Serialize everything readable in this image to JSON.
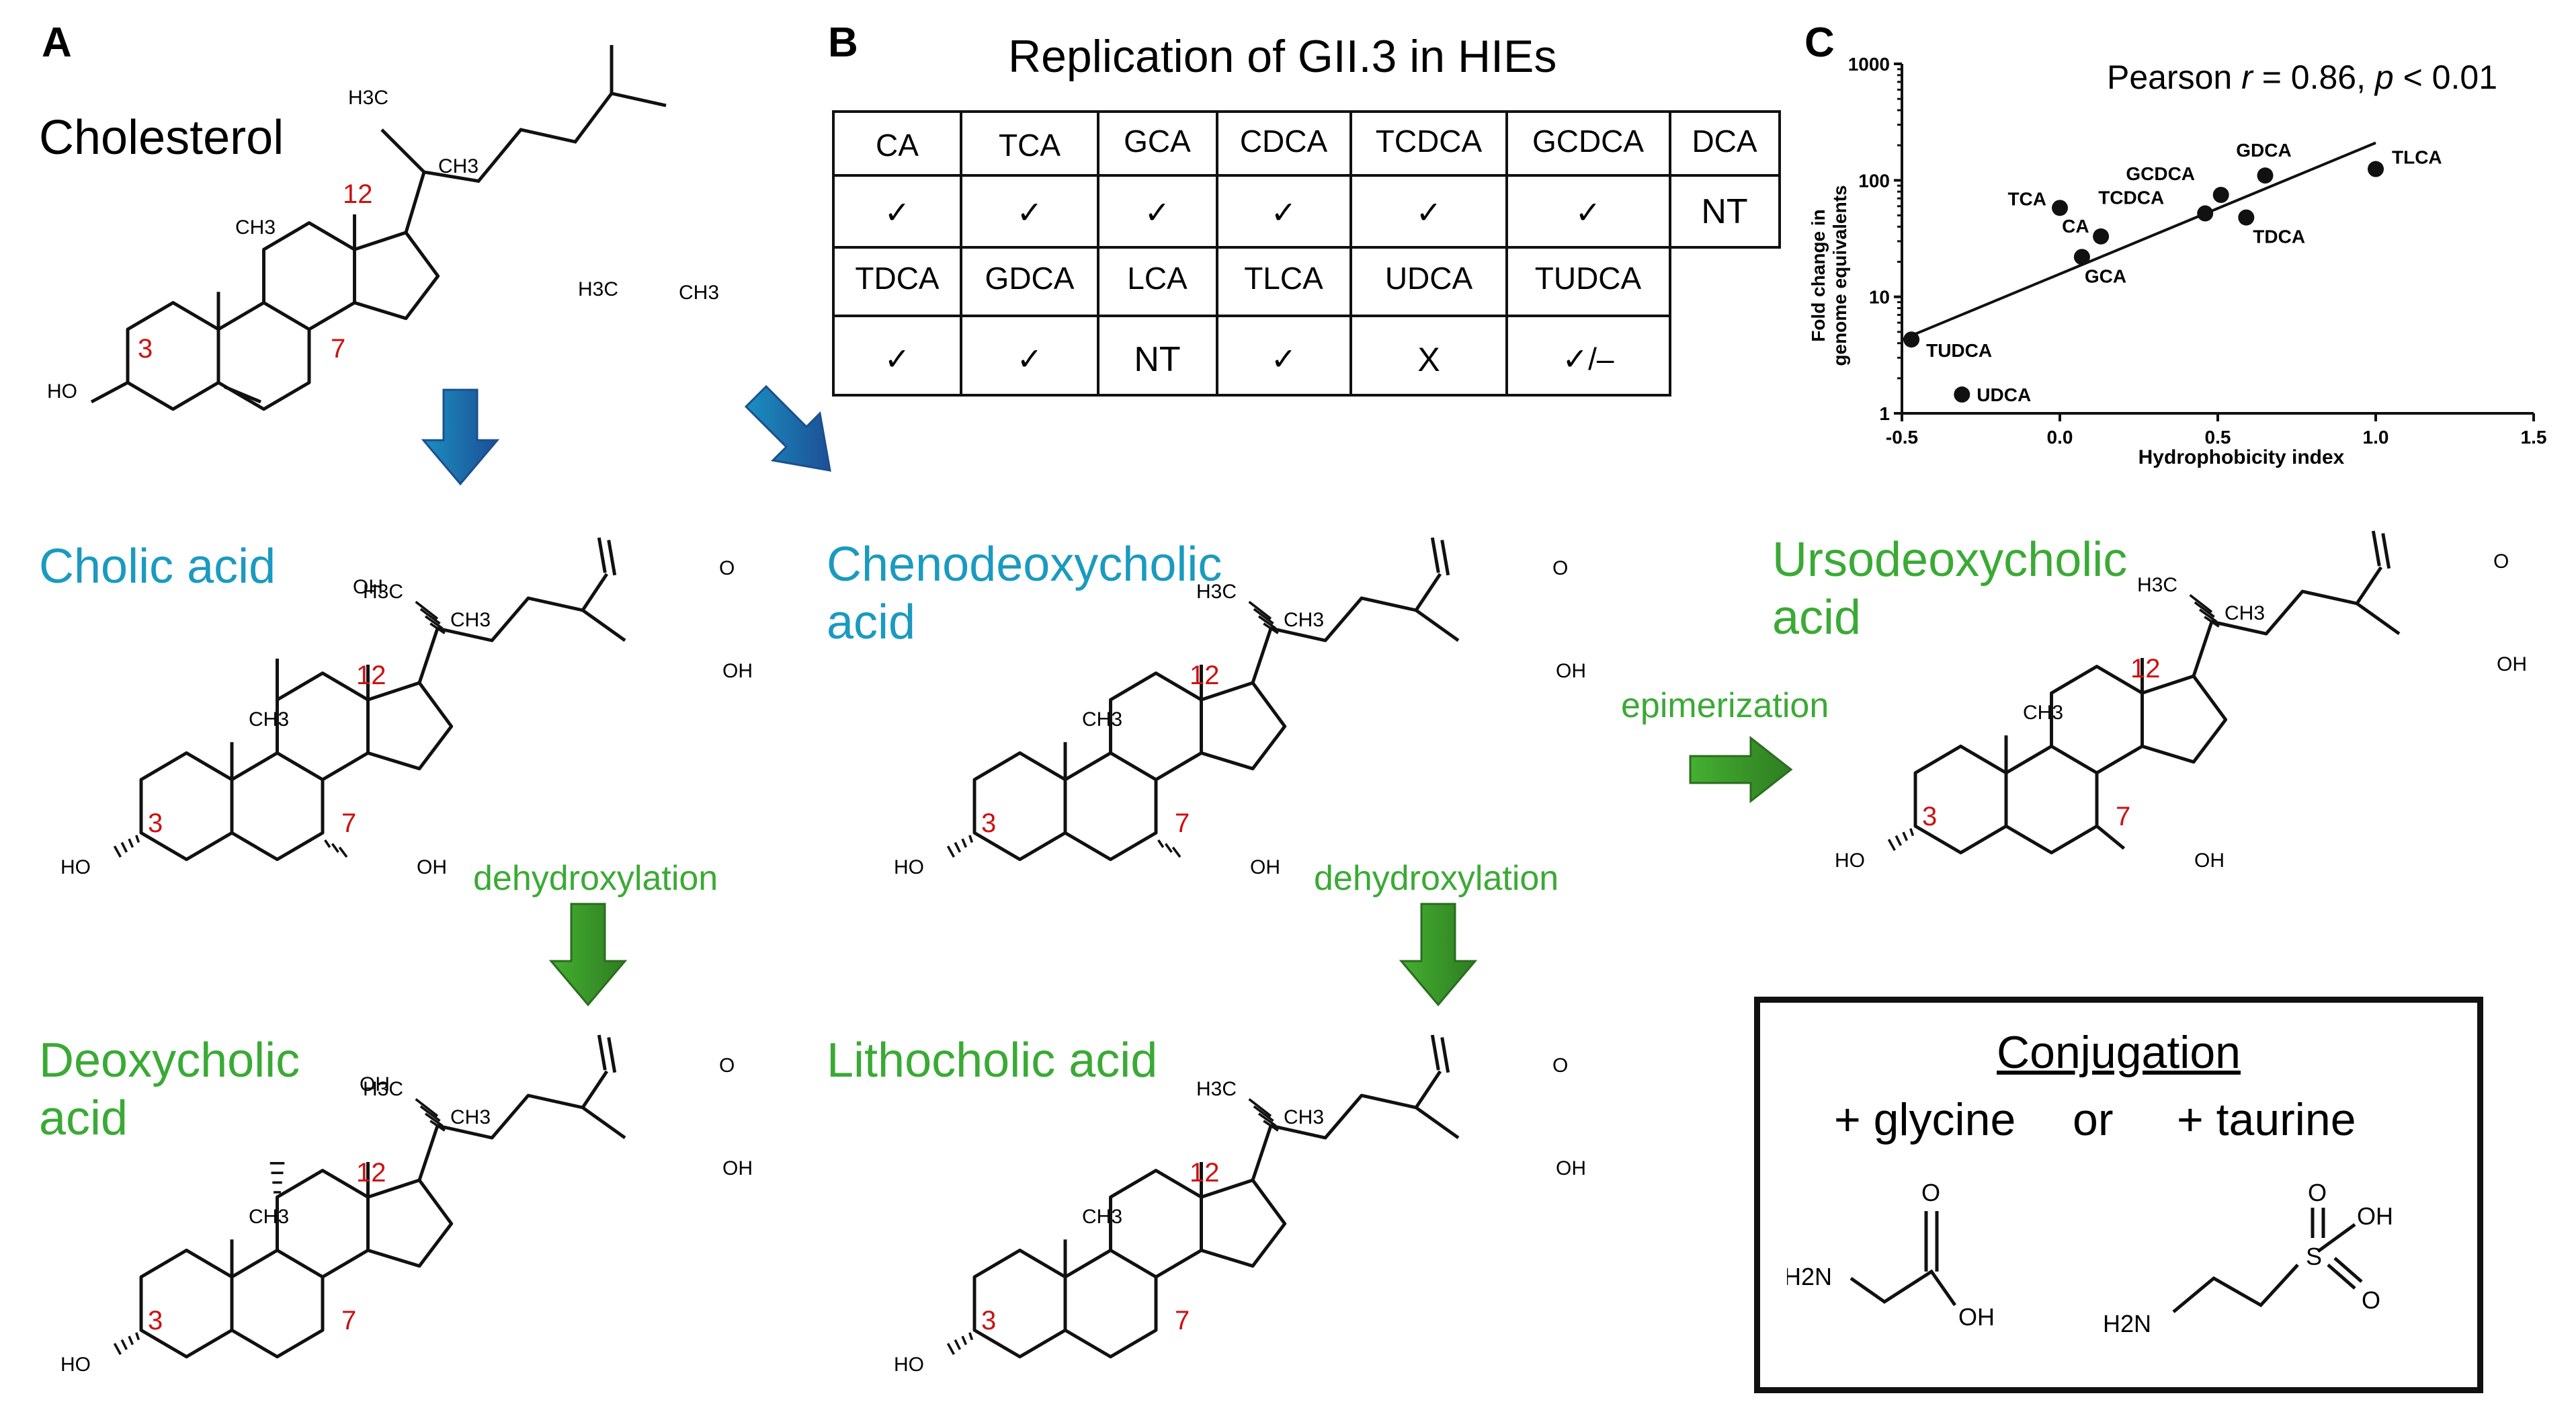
{
  "panels": {
    "a": "A",
    "b": "B",
    "c": "C"
  },
  "names": {
    "cholesterol": "Cholesterol",
    "cholic_1": "Cholic acid",
    "cheno_1": "Chenodeoxycholic",
    "cheno_2": "acid",
    "urso_1": "Ursodeoxycholic",
    "urso_2": "acid",
    "deoxy_1": "Deoxycholic",
    "deoxy_2": "acid",
    "litho": "Lithocholic acid"
  },
  "reactions": {
    "dehydrox_1": "dehydroxylation",
    "dehydrox_2": "dehydroxylation",
    "epimerization": "epimerization"
  },
  "atoms": {
    "h3c": "H3C",
    "ch3": "CH3",
    "ho": "HO",
    "oh": "OH",
    "o": "O",
    "h2n": "H2N",
    "s": "S",
    "n3": "3",
    "n7": "7",
    "n12": "12"
  },
  "table": {
    "title": "Replication of GII.3 in HIEs",
    "row1": [
      "CA",
      "TCA",
      "GCA",
      "CDCA",
      "TCDCA",
      "GCDCA",
      "DCA"
    ],
    "row2": [
      "✓",
      "✓",
      "✓",
      "✓",
      "✓",
      "✓",
      "NT"
    ],
    "row3": [
      "TDCA",
      "GDCA",
      "LCA",
      "TLCA",
      "UDCA",
      "TUDCA"
    ],
    "row4": [
      "✓",
      "✓",
      "NT",
      "✓",
      "X",
      "✓/–"
    ]
  },
  "conjugation": {
    "title": "Conjugation",
    "glycine": "+ glycine",
    "or": "or",
    "taurine": "+ taurine"
  },
  "chart_data": {
    "type": "scatter",
    "annotation_prefix": "Pearson",
    "annotation_r": "r",
    "annotation_mid": " = 0.86, ",
    "annotation_p": "p",
    "annotation_suffix": " < 0.01",
    "xlabel": "Hydrophobicity index",
    "ylabel_1": "Fold change in",
    "ylabel_2": "genome equivalents",
    "xlim": [
      -0.5,
      1.5
    ],
    "ylim": [
      1,
      1000
    ],
    "yscale": "log",
    "xticks": [
      "-0.5",
      "0.0",
      "0.5",
      "1.0",
      "1.5"
    ],
    "yticks": [
      "1",
      "10",
      "100",
      "1000"
    ],
    "points": [
      {
        "label": "TLCA",
        "x": 1.0,
        "y": 125
      },
      {
        "label": "GDCA",
        "x": 0.65,
        "y": 110
      },
      {
        "label": "GCDCA",
        "x": 0.51,
        "y": 75
      },
      {
        "label": "TCDCA",
        "x": 0.46,
        "y": 52
      },
      {
        "label": "TDCA",
        "x": 0.59,
        "y": 48
      },
      {
        "label": "TCA",
        "x": 0.0,
        "y": 58
      },
      {
        "label": "CA",
        "x": 0.13,
        "y": 33
      },
      {
        "label": "GCA",
        "x": 0.07,
        "y": 22
      },
      {
        "label": "TUDCA",
        "x": -0.47,
        "y": 4.3
      },
      {
        "label": "UDCA",
        "x": -0.31,
        "y": 1.45
      }
    ],
    "fit": {
      "x": [
        -0.5,
        1.0
      ],
      "y": [
        4.3,
        210
      ]
    }
  }
}
